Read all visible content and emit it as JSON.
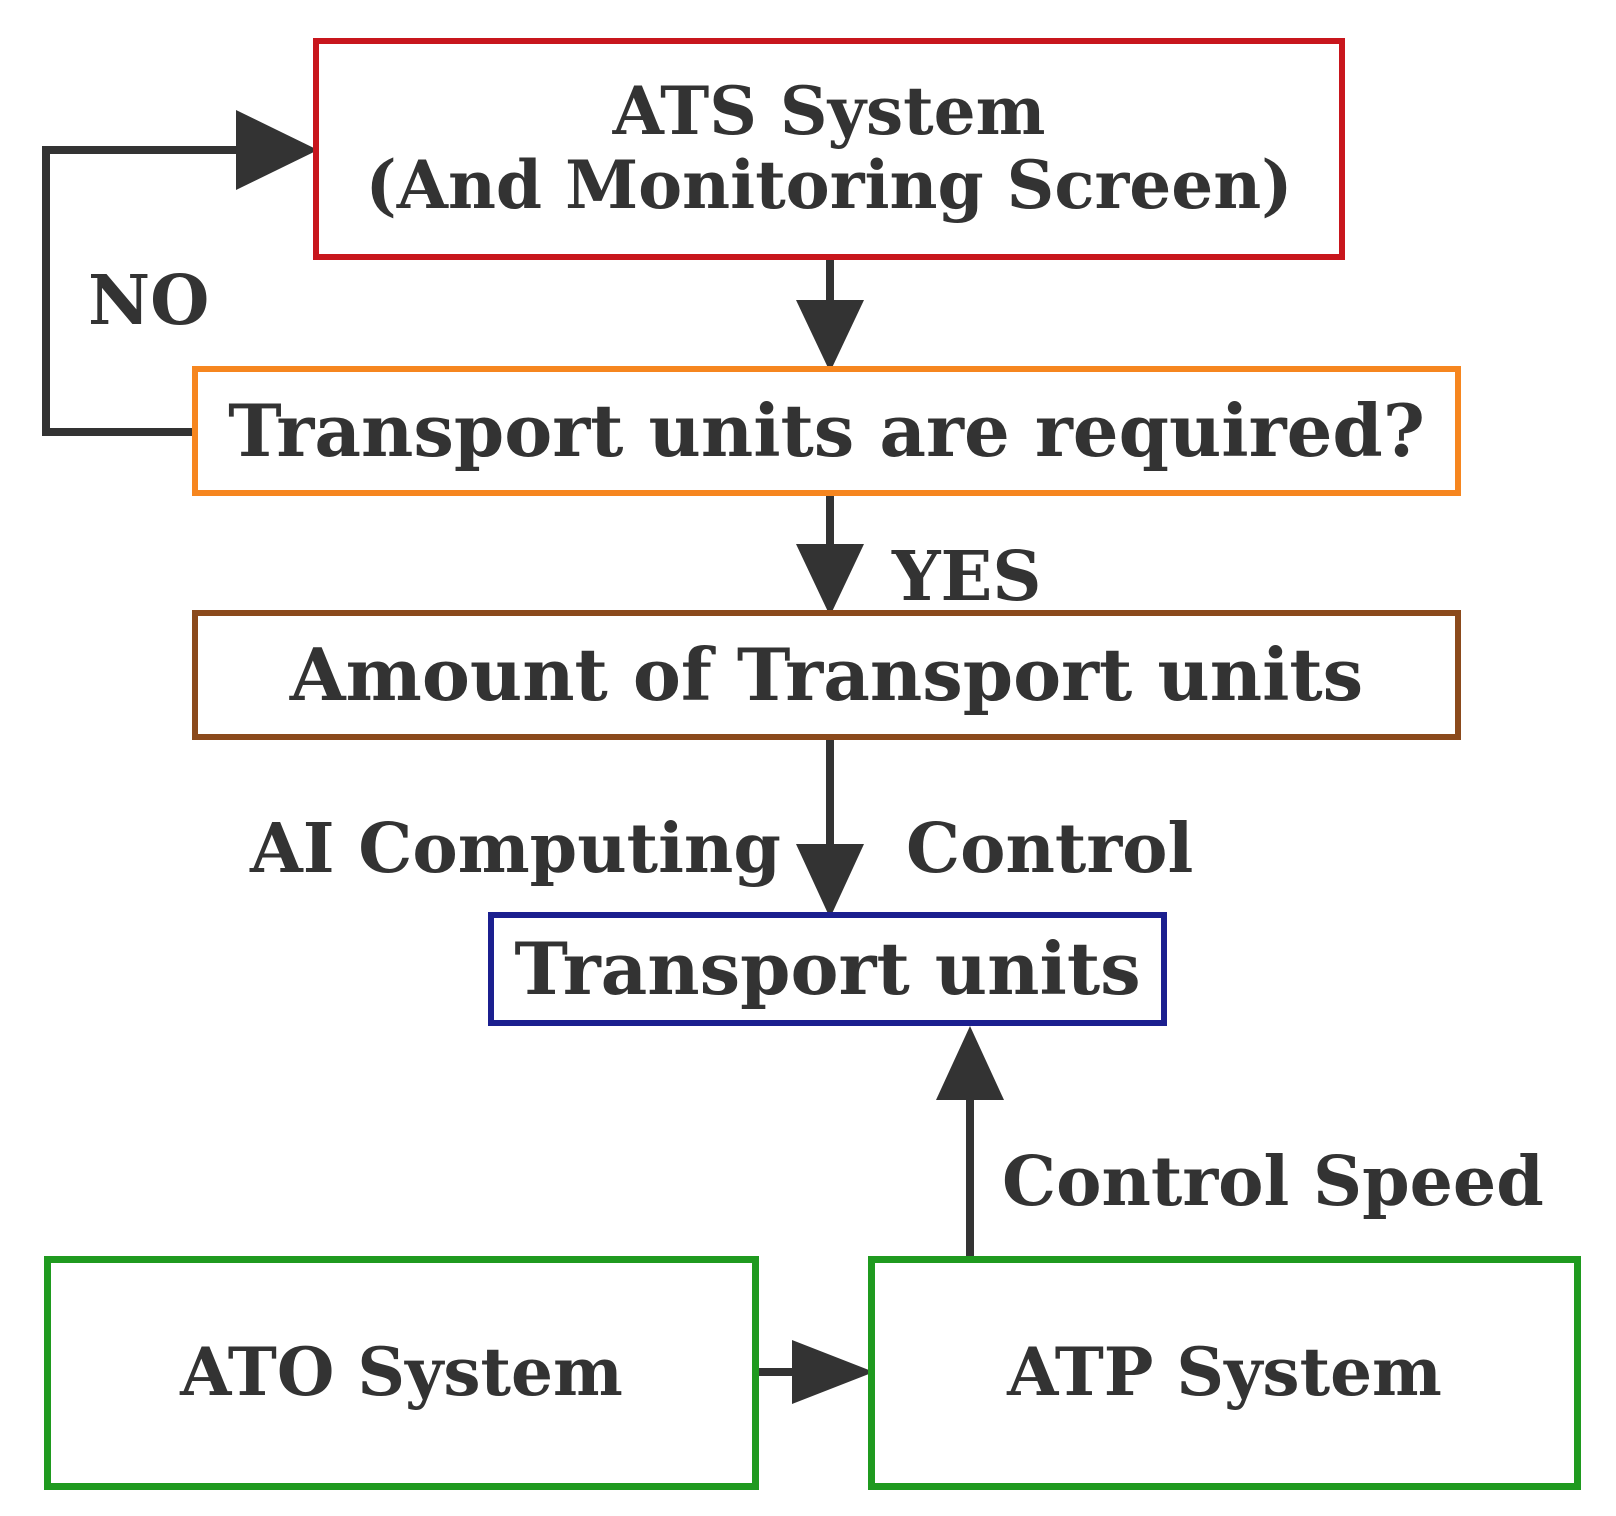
{
  "nodes": {
    "ats": {
      "line1": "ATS System",
      "line2": "(And Monitoring Screen)",
      "border_color": "#c8161d"
    },
    "required": {
      "text": "Transport units are required?",
      "border_color": "#f6861f"
    },
    "amount": {
      "text": "Amount of Transport units",
      "border_color": "#8b4a1c"
    },
    "units": {
      "text": "Transport units",
      "border_color": "#1b1f8f"
    },
    "ato": {
      "text": "ATO System",
      "border_color": "#1f9a1f"
    },
    "atp": {
      "text": "ATP System",
      "border_color": "#1f9a1f"
    }
  },
  "labels": {
    "no": "NO",
    "yes": "YES",
    "ai_computing": "AI Computing",
    "control": "Control",
    "control_speed": "Control Speed"
  },
  "edges": [
    {
      "from": "ats",
      "to": "required"
    },
    {
      "from": "required",
      "to": "ats",
      "label": "NO"
    },
    {
      "from": "required",
      "to": "amount",
      "label": "YES"
    },
    {
      "from": "amount",
      "to": "units",
      "label": "AI Computing / Control"
    },
    {
      "from": "ato",
      "to": "atp"
    },
    {
      "from": "atp",
      "to": "units",
      "label": "Control Speed"
    }
  ],
  "arrow_color": "#333333"
}
